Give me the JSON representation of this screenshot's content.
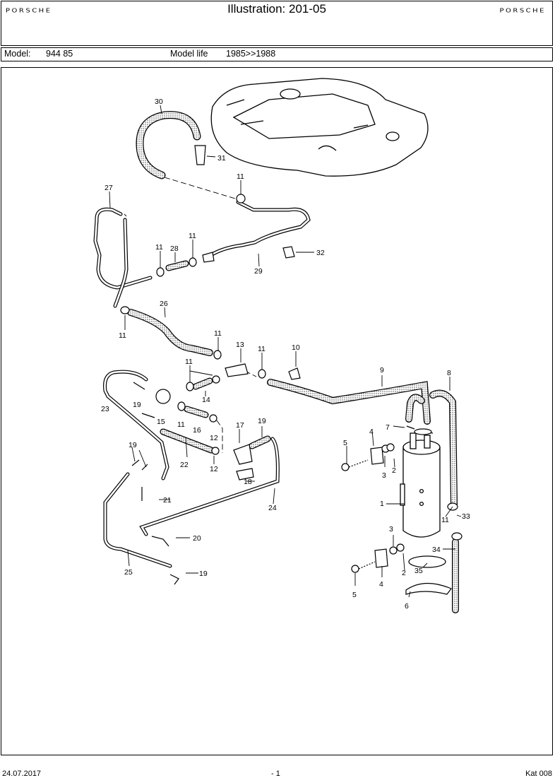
{
  "header": {
    "brand_left": "PORSCHE",
    "brand_right": "PORSCHE",
    "title": "Illustration: 201-05"
  },
  "meta": {
    "model_label": "Model:",
    "model_value": "944 85",
    "life_label": "Model life",
    "life_value": "1985>>1988"
  },
  "callouts": [
    "30",
    "31",
    "11",
    "27",
    "11",
    "28",
    "11",
    "29",
    "32",
    "26",
    "11",
    "11",
    "13",
    "11",
    "10",
    "9",
    "8",
    "11",
    "14",
    "23",
    "19",
    "15",
    "11",
    "16",
    "12",
    "17",
    "19",
    "7",
    "4",
    "5",
    "3",
    "2",
    "19",
    "22",
    "12",
    "18",
    "1",
    "21",
    "24",
    "11",
    "33",
    "20",
    "3",
    "34",
    "25",
    "19",
    "35",
    "2",
    "5",
    "4",
    "6"
  ],
  "footer": {
    "date": "24.07.2017",
    "page": "- 1",
    "catalog": "Kat 008"
  }
}
